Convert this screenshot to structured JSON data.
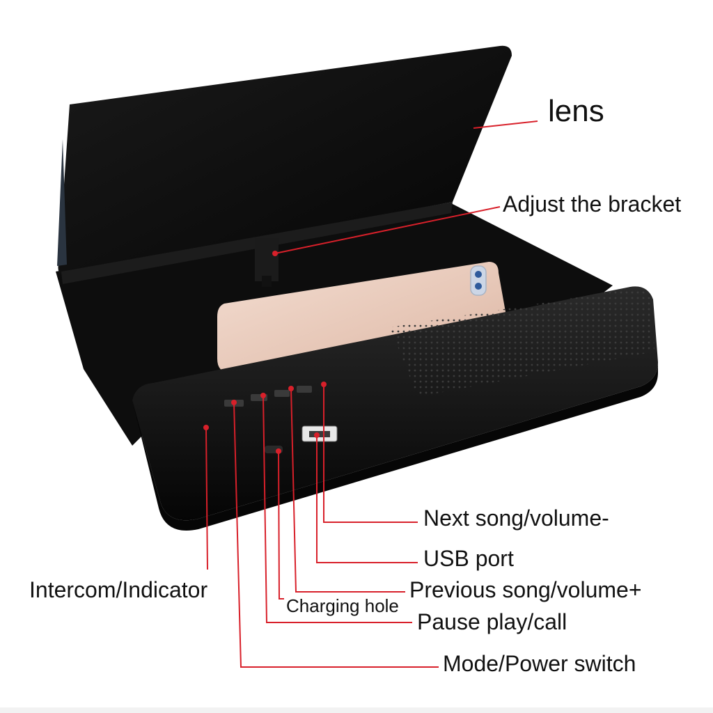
{
  "labels": {
    "lens": "lens",
    "adjust_bracket": "Adjust the bracket",
    "next_song": "Next song/volume-",
    "usb_port": "USB port",
    "previous_song": "Previous song/volume+",
    "charging_hole": "Charging hole",
    "pause_play": "Pause play/call",
    "mode_power": "Mode/Power switch",
    "intercom": "Intercom/Indicator"
  },
  "colors": {
    "leader_line": "#d8202a",
    "device_body": "#0b0b0b",
    "phone": "#e8cbbd",
    "background": "#ffffff"
  }
}
